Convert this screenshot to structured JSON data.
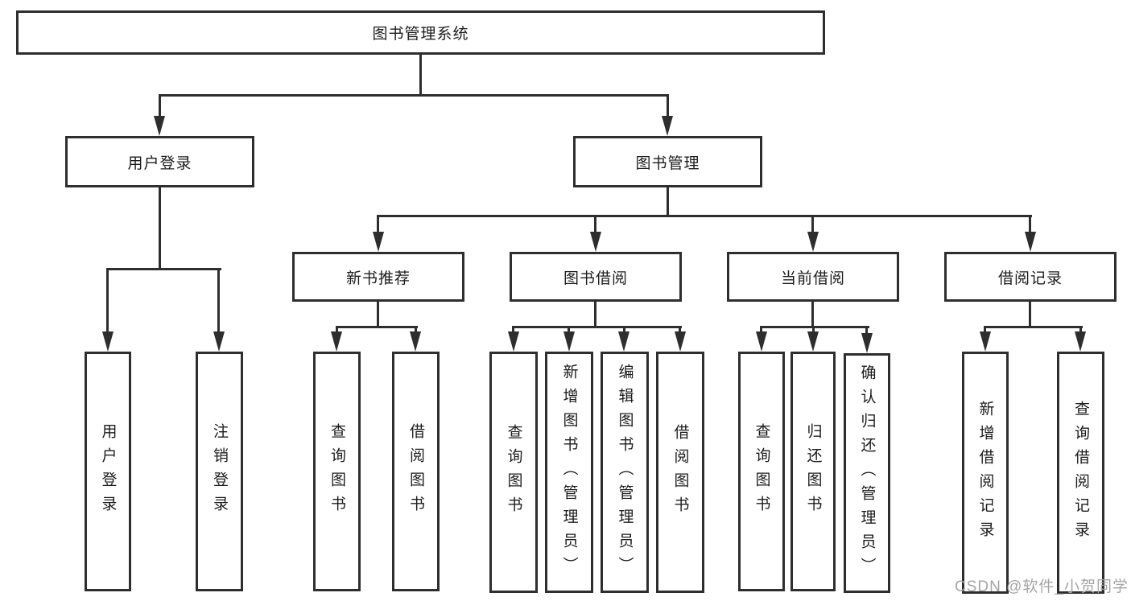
{
  "diagram": {
    "type": "hierarchy-tree",
    "colors": {
      "background": "#ffffff",
      "line": "#2e2e2e",
      "box_border": "#2e2e2e",
      "text": "#1c1c1c",
      "watermark": "#a5a5a5"
    },
    "tree": {
      "label": "图书管理系统",
      "children": [
        {
          "label": "用户登录",
          "children": [
            {
              "label": "用户登录"
            },
            {
              "label": "注销登录"
            }
          ]
        },
        {
          "label": "图书管理",
          "children": [
            {
              "label": "新书推荐",
              "children": [
                {
                  "label": "查询图书"
                },
                {
                  "label": "借阅图书"
                }
              ]
            },
            {
              "label": "图书借阅",
              "children": [
                {
                  "label": "查询图书"
                },
                {
                  "label": "新增图书（管理员）"
                },
                {
                  "label": "编辑图书（管理员）"
                },
                {
                  "label": "借阅图书"
                }
              ]
            },
            {
              "label": "当前借阅",
              "children": [
                {
                  "label": "查询图书"
                },
                {
                  "label": "归还图书"
                },
                {
                  "label": "确认归还（管理员）"
                }
              ]
            },
            {
              "label": "借阅记录",
              "children": [
                {
                  "label": "新增借阅记录"
                },
                {
                  "label": "查询借阅记录"
                }
              ]
            }
          ]
        }
      ]
    },
    "watermark": {
      "text": "CSDN @软件_小贺同学"
    }
  }
}
